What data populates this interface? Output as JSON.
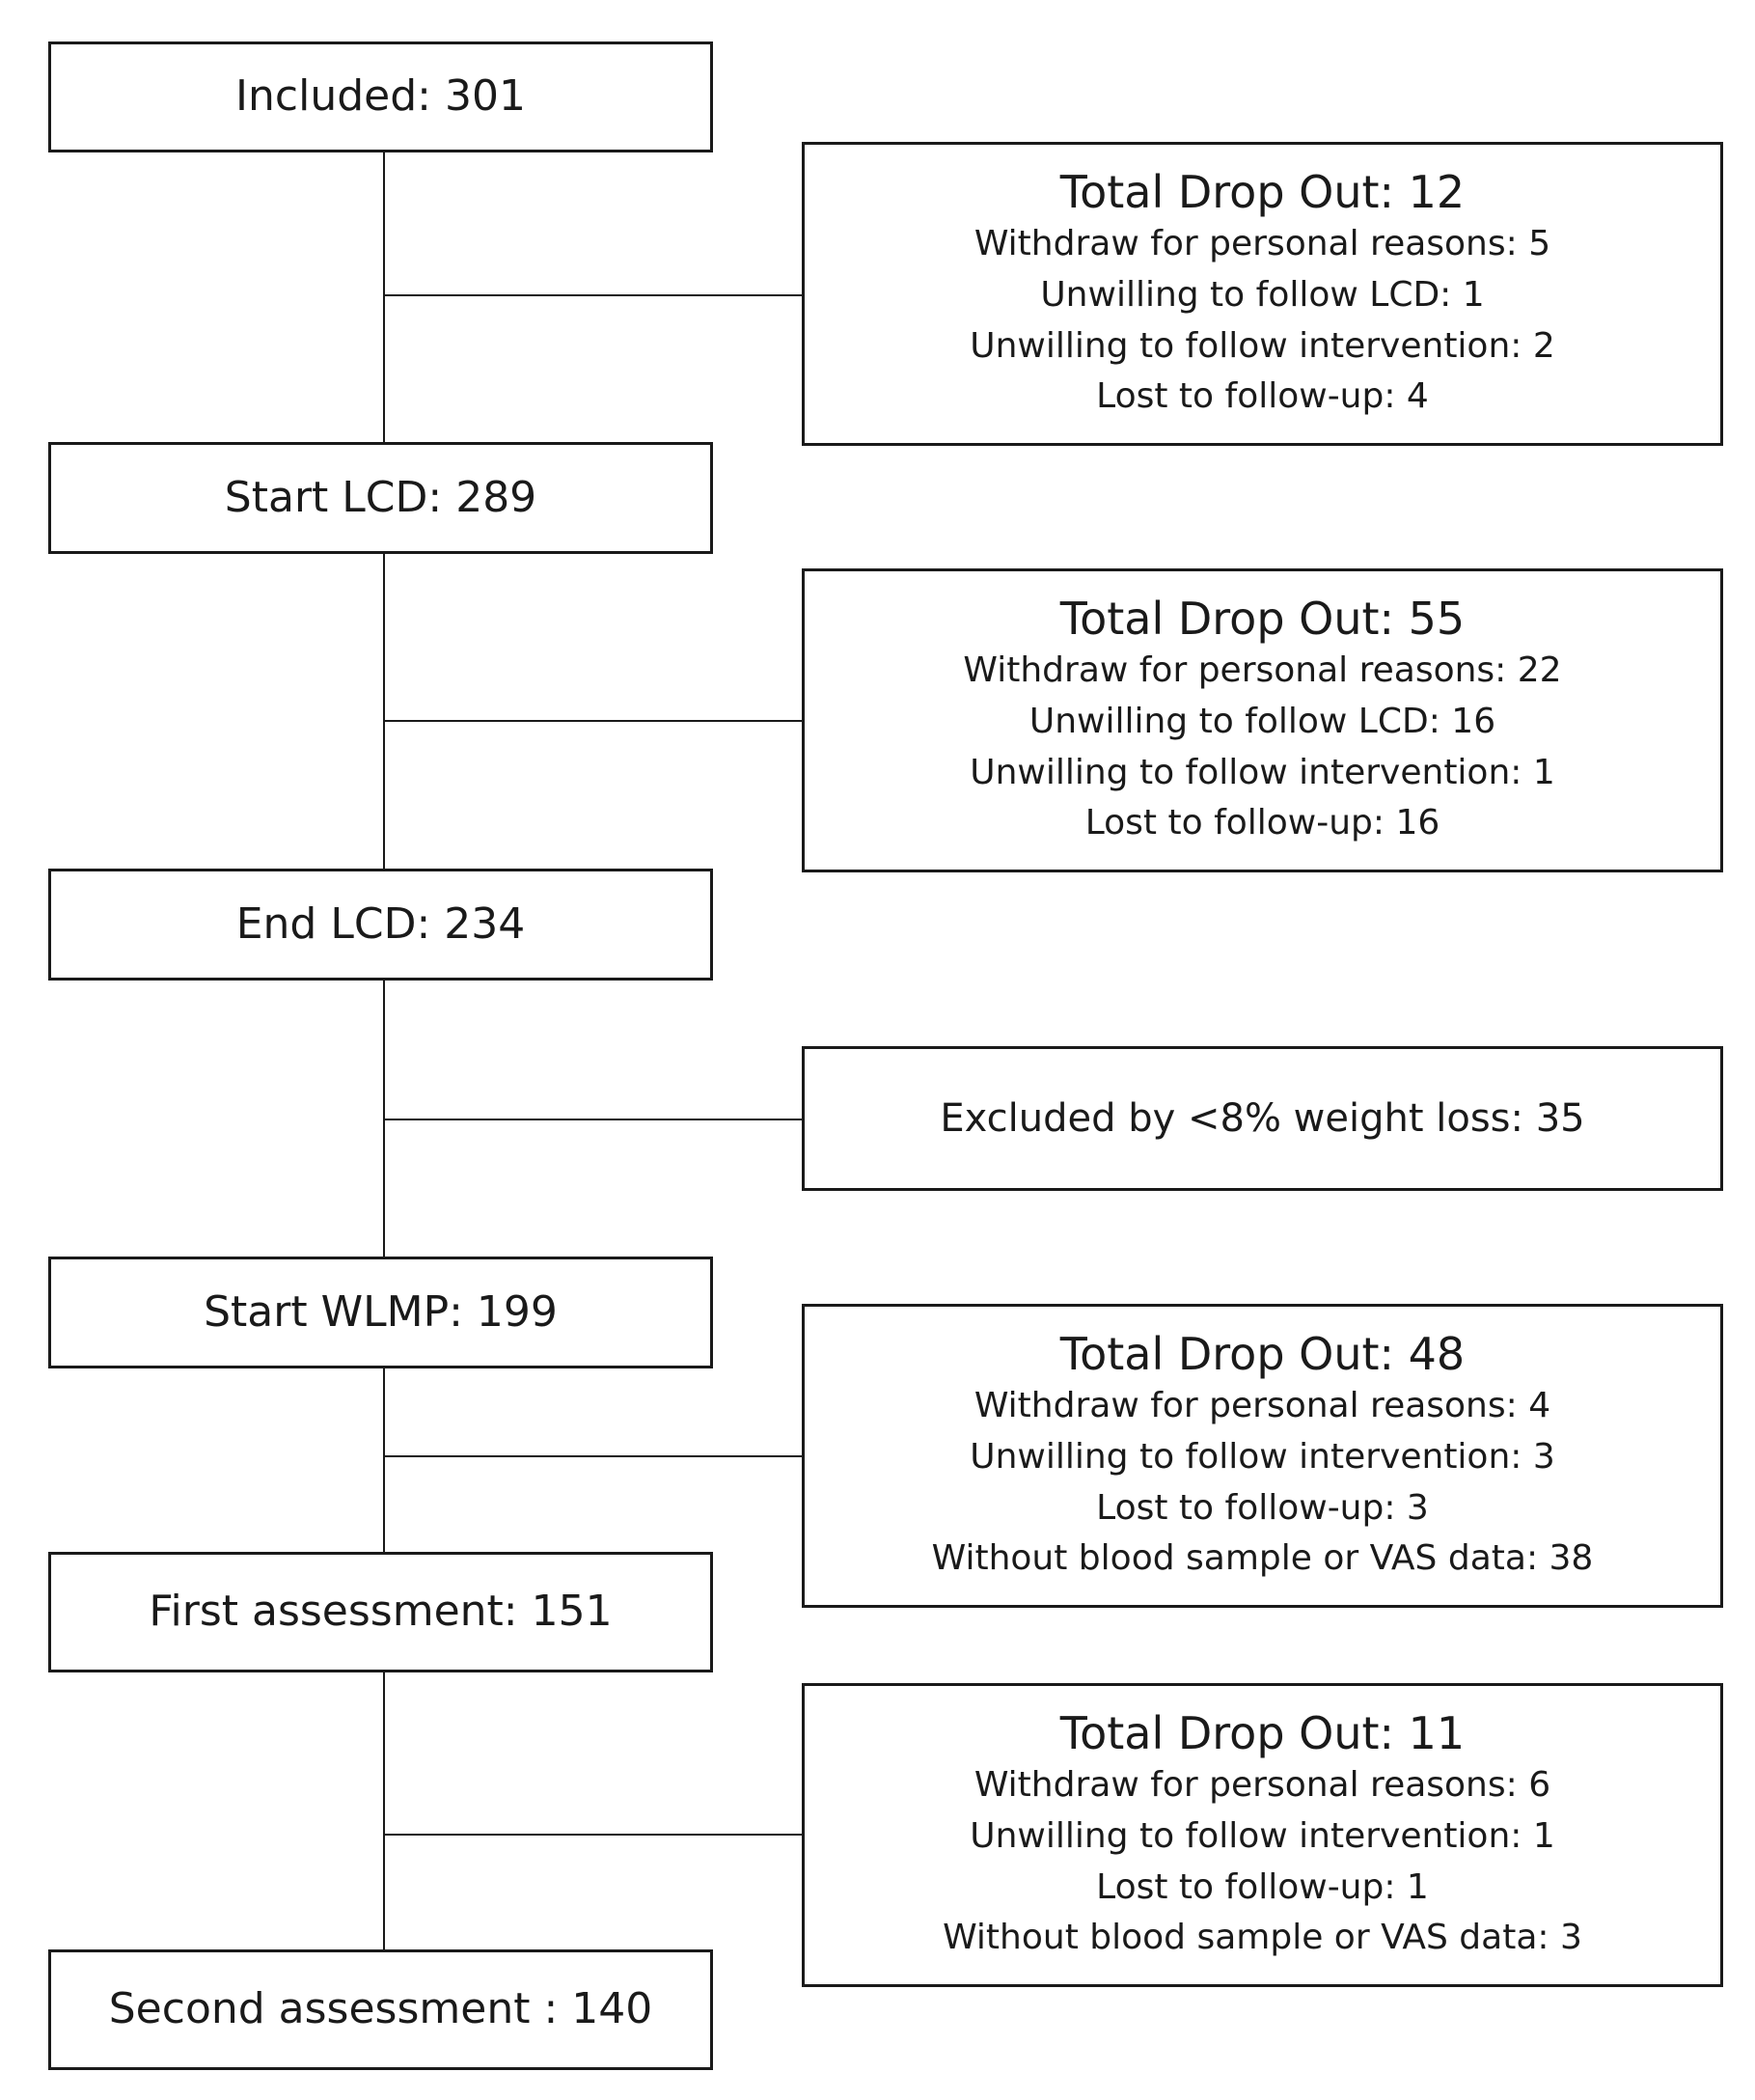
{
  "stages": {
    "included": "Included: 301",
    "start_lcd": "Start LCD: 289",
    "end_lcd": "End LCD: 234",
    "start_wlmp": "Start WLMP: 199",
    "first_assessment": "First assessment: 151",
    "second_assessment": "Second assessment : 140"
  },
  "dropouts": {
    "d1": {
      "title": "Total Drop Out: 12",
      "lines": [
        "Withdraw for personal reasons: 5",
        "Unwilling to follow LCD: 1",
        "Unwilling to follow intervention: 2",
        "Lost to follow-up: 4"
      ]
    },
    "d2": {
      "title": "Total Drop Out: 55",
      "lines": [
        "Withdraw for personal reasons: 22",
        "Unwilling to follow LCD: 16",
        "Unwilling to follow intervention: 1",
        "Lost to follow-up: 16"
      ]
    },
    "excluded": "Excluded by <8%  weight loss: 35",
    "d3": {
      "title": "Total Drop Out: 48",
      "lines": [
        "Withdraw for personal reasons: 4",
        "Unwilling to follow intervention: 3",
        "Lost to follow-up: 3",
        "Without blood sample or VAS data: 38"
      ]
    },
    "d4": {
      "title": "Total Drop Out: 11",
      "lines": [
        "Withdraw for personal reasons: 6",
        "Unwilling to follow intervention: 1",
        "Lost to follow-up: 1",
        "Without blood sample or VAS data: 3"
      ]
    }
  }
}
